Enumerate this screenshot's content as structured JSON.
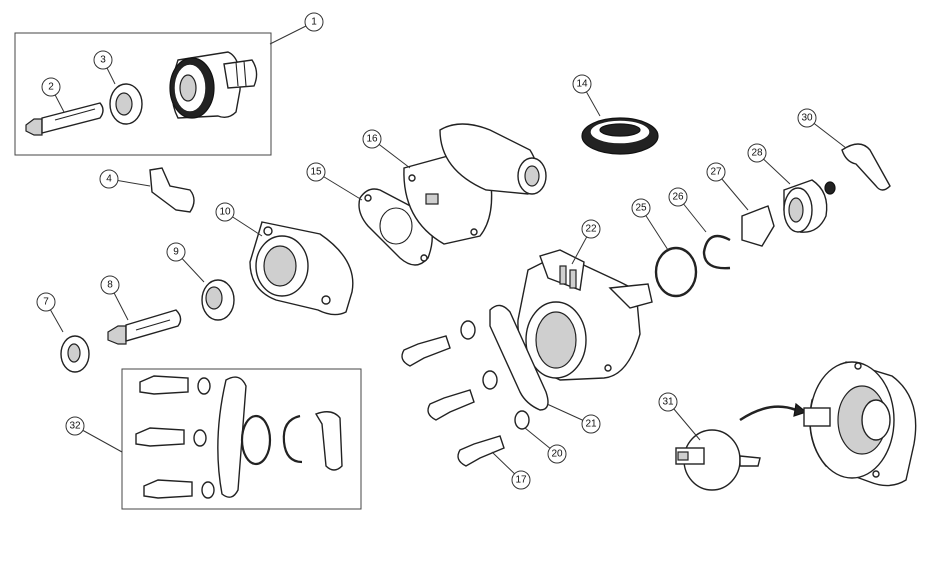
{
  "callouts": [
    "1",
    "2",
    "3",
    "4",
    "7",
    "8",
    "9",
    "10",
    "14",
    "15",
    "16",
    "17",
    "20",
    "21",
    "22",
    "25",
    "26",
    "27",
    "28",
    "30",
    "31",
    "32"
  ]
}
